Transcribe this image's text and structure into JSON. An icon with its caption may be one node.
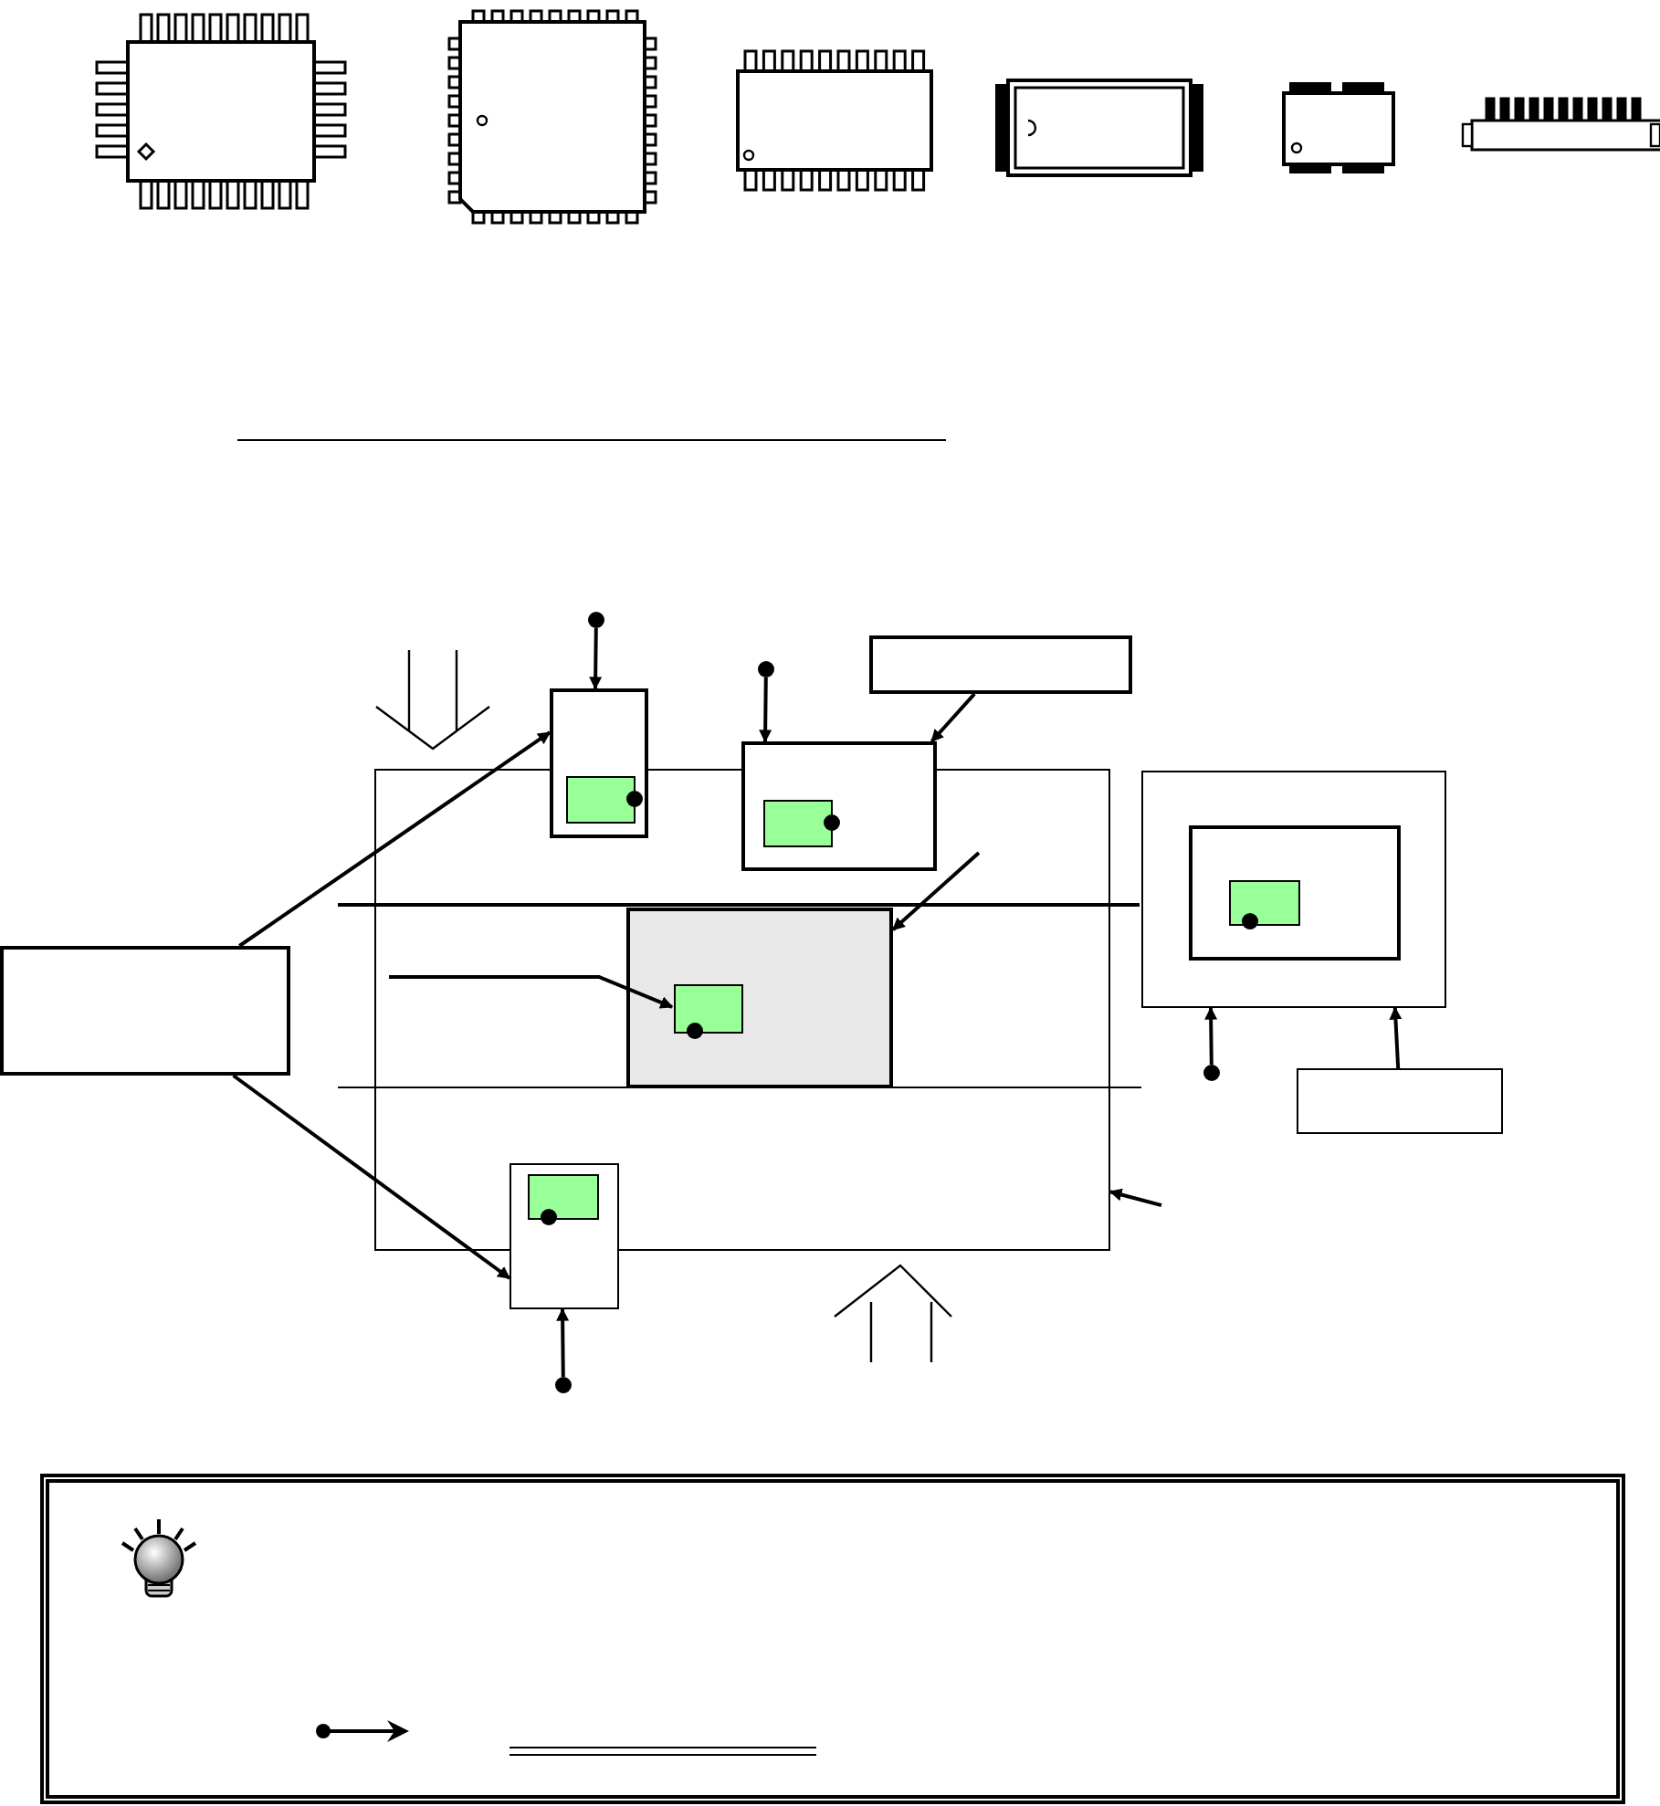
{
  "diagram": {
    "nodes": [
      {
        "text": [],
        "shape": "box"
      },
      {
        "text": [],
        "shape": "box"
      },
      {
        "text": [],
        "shape": "box"
      },
      {
        "text": [],
        "shape": "box"
      },
      {
        "text": [],
        "shape": "box"
      },
      {
        "text": [],
        "shape": "box",
        "in": 0
      },
      {
        "text": [],
        "shape": "box",
        "in": 5
      },
      {
        "text": [],
        "shape": "box"
      },
      {
        "text": [],
        "shape": "box"
      },
      {
        "text": [],
        "shape": "box"
      },
      {
        "text": [],
        "shape": "box",
        "in": 9
      },
      {
        "text": [],
        "shape": "box",
        "in": 10
      },
      {
        "text": [],
        "shape": "box"
      },
      {
        "text": [],
        "shape": "box"
      },
      {
        "text": [],
        "shape": "box"
      },
      {
        "text": [],
        "shape": "circle"
      },
      {
        "text": [],
        "shape": "circle"
      },
      {
        "text": [],
        "shape": "circle"
      },
      {
        "text": [],
        "shape": "circle"
      }
    ],
    "edges": [
      {
        "from": 12,
        "to": 1,
        "arrow": "to"
      },
      {
        "from": 12,
        "to": 7,
        "arrow": "to"
      },
      {
        "from": 15,
        "to": 1,
        "arrow": "to"
      },
      {
        "from": 16,
        "to": 3,
        "arrow": "to"
      },
      {
        "from": 13,
        "to": 3,
        "arrow": "to"
      },
      {
        "from": null,
        "to": 5,
        "arrow": "to"
      },
      {
        "from": null,
        "to": 6,
        "arrow": "to"
      },
      {
        "from": null,
        "to": 0,
        "arrow": "to"
      },
      {
        "from": 14,
        "to": 9,
        "arrow": "to"
      },
      {
        "from": 17,
        "to": 9,
        "arrow": "to"
      },
      {
        "from": 18,
        "to": 7,
        "arrow": "to"
      }
    ]
  }
}
